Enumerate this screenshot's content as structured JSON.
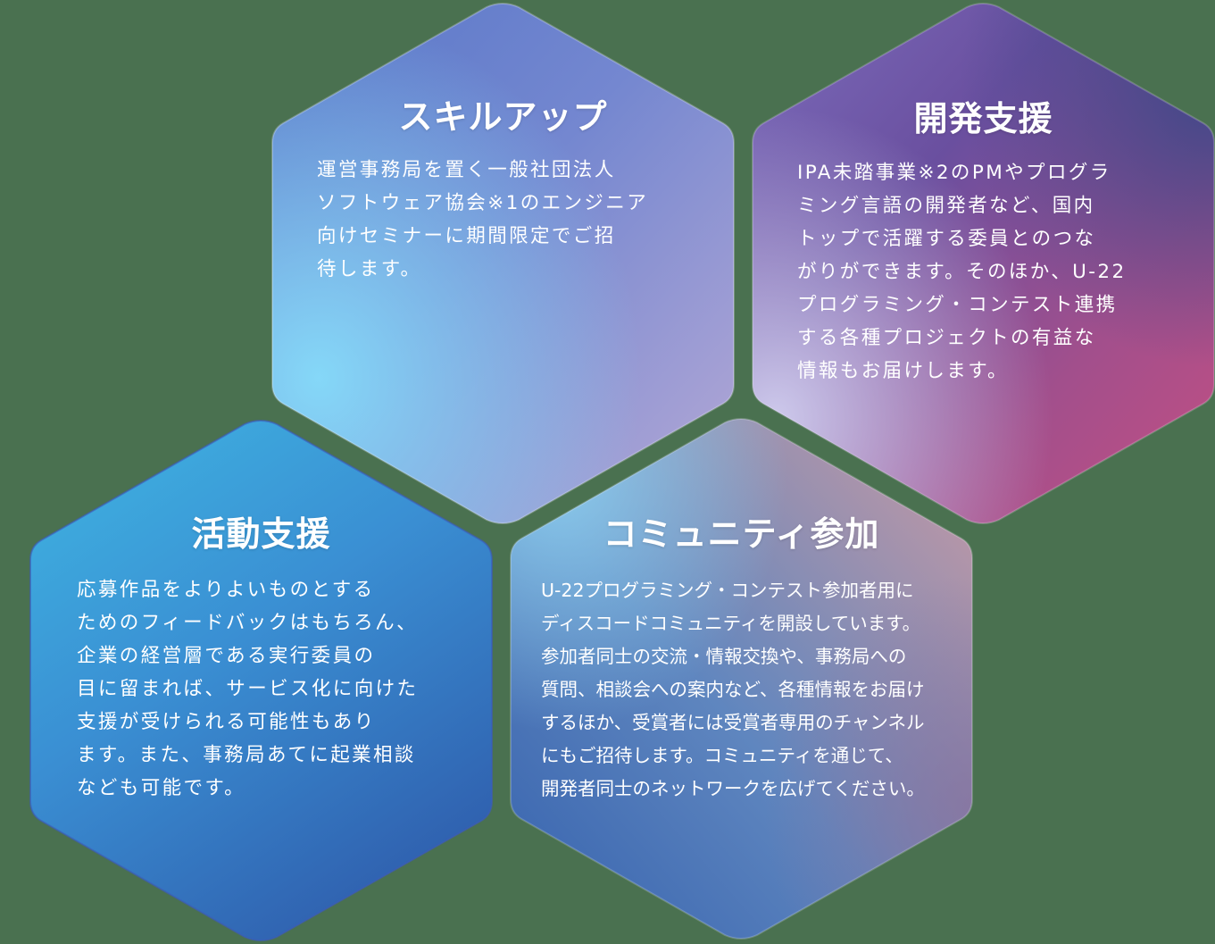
{
  "colors": {
    "background": "#4a7150",
    "text": "#ffffff"
  },
  "cards": [
    {
      "id": "skill-up",
      "title": "スキルアップ",
      "lines": [
        "運営事務局を置く一般社団法人",
        "ソフトウェア協会※1のエンジニア",
        "向けセミナーに期間限定でご招",
        "待します。"
      ],
      "gradient": [
        "#5b79c9",
        "#7c84cf",
        "#86d6f7",
        "#b8a8d6"
      ]
    },
    {
      "id": "dev-support",
      "title": "開発支援",
      "lines": [
        "IPA未踏事業※2のPMやプログラ",
        "ミング言語の開発者など、国内",
        "トップで活躍する委員とのつな",
        "がりができます。そのほか、U-22",
        "プログラミング・コンテスト連携",
        "する各種プロジェクトの有益な",
        "情報もお届けします。"
      ],
      "gradient": [
        "#6b5fb0",
        "#3f4a8e",
        "#c8c6ee",
        "#c24f86"
      ]
    },
    {
      "id": "activity-support",
      "title": "活動支援",
      "lines": [
        "応募作品をよりよいものとする",
        "ためのフィードバックはもちろん、",
        "企業の経営層である実行委員の",
        "目に留まれば、サービス化に向けた",
        "支援が受けられる可能性もあり",
        "ます。また、事務局あてに起業相談",
        "なども可能です。"
      ],
      "gradient": [
        "#3cb3e0",
        "#3a96d4",
        "#3a7fcd",
        "#3065b0"
      ]
    },
    {
      "id": "community",
      "title": "コミュニティ参加",
      "lines": [
        "U-22プログラミング・コンテスト参加者用に",
        "ディスコードコミュニティを開設しています。",
        "参加者同士の交流・情報交換や、事務局への",
        "質問、相談会への案内など、各種情報をお届け",
        "するほか、受賞者には受賞者専用のチャンネル",
        "にもご招待します。コミュニティを通じて、",
        "開発者同士のネットワークを広げてください。"
      ],
      "gradient": [
        "#7ecbef",
        "#c79aa6",
        "#3f82cc",
        "#3564ad"
      ]
    }
  ]
}
